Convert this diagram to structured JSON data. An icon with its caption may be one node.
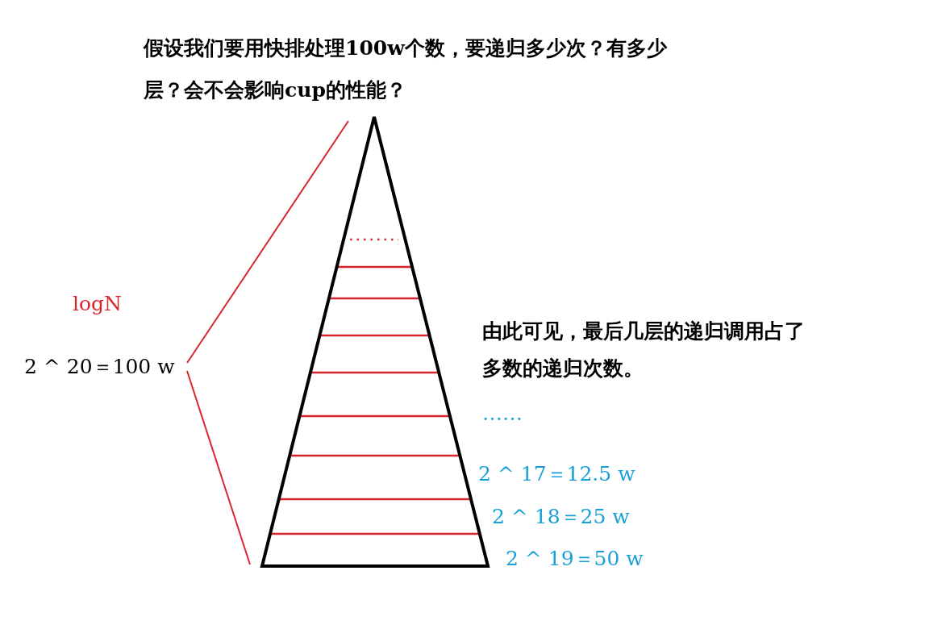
{
  "diagram": {
    "labels": [
      "假设我们要用快排处理100w个数，要递归多少次？有多少层？会不会影响cup的性能？",
      "logN",
      "2 ^ 20＝100 w",
      "由此可见，最后几层的递归调用占了多数的递归次数。",
      "……",
      "2 ^ 17＝12.5 w",
      "2 ^ 18＝25 w",
      "2 ^ 19＝50 w"
    ]
  }
}
